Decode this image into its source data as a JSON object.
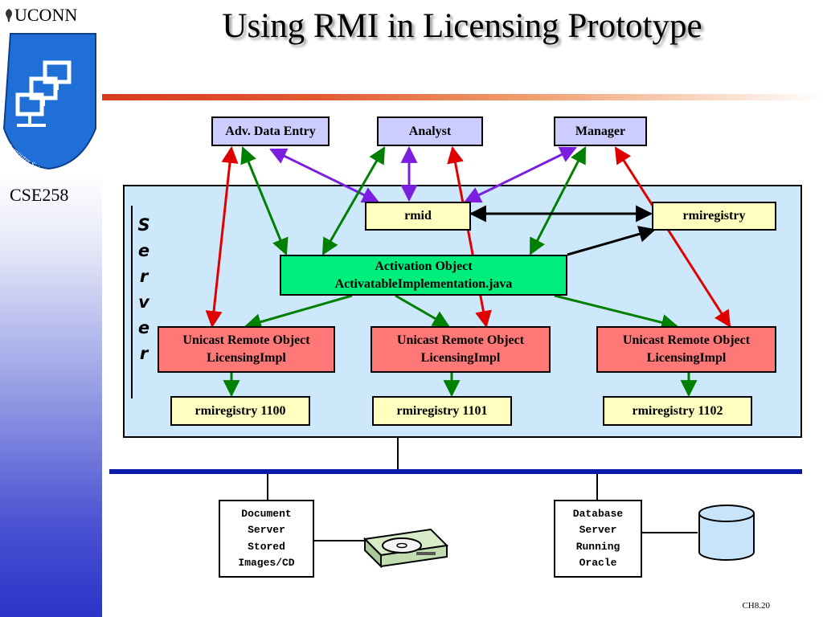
{
  "slide": {
    "title": "Using RMI in Licensing Prototype",
    "course": "CSE258",
    "university": "UCONN",
    "logo_text": "Computer Science and Engineering",
    "page_number": "CH8.20"
  },
  "server_label": [
    "S",
    "e",
    "r",
    "v",
    "e",
    "r"
  ],
  "clients": {
    "adv": "Adv. Data Entry",
    "analyst": "Analyst",
    "manager": "Manager"
  },
  "rmid": "rmid",
  "rmiregistry": "rmiregistry",
  "activation": {
    "line1": "Activation Object",
    "line2": "ActivatableImplementation.java"
  },
  "unicast": [
    {
      "line1": "Unicast Remote Object",
      "line2": "LicensingImpl"
    },
    {
      "line1": "Unicast Remote Object",
      "line2": "LicensingImpl"
    },
    {
      "line1": "Unicast Remote Object",
      "line2": "LicensingImpl"
    }
  ],
  "registries": [
    "rmiregistry 1100",
    "rmiregistry 1101",
    "rmiregistry 1102"
  ],
  "doc_server": [
    "Document",
    "Server",
    "Stored",
    "Images/CD"
  ],
  "db_server": [
    "Database",
    "Server",
    "Running",
    "Oracle"
  ],
  "colors": {
    "client_box": "#ccccff",
    "rmi_box": "#ffffc0",
    "activation_box": "#00ee7c",
    "unicast_box": "#ff7878",
    "server_panel": "#cce8fa",
    "bus": "#0a1aa8",
    "arrow_green": "#008000",
    "arrow_red": "#e00000",
    "arrow_purple": "#7a1fe0"
  },
  "icons": [
    "uconn-oak-icon",
    "networked-computers-logo",
    "cd-drive-icon",
    "database-cylinder-icon"
  ]
}
